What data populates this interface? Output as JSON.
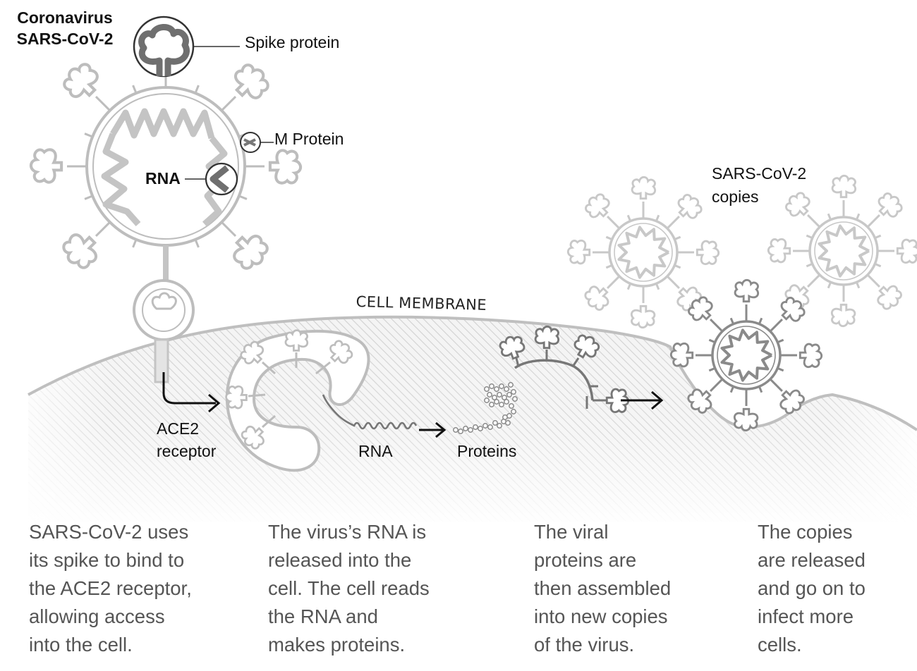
{
  "title": {
    "line1": "Coronavirus",
    "line2": "SARS-CoV-2"
  },
  "labels": {
    "spike_protein": "Spike protein",
    "m_protein": "M Protein",
    "rna_virus": "RNA",
    "ace2_line1": "ACE2",
    "ace2_line2": "receptor",
    "cell_membrane": "CELL MEMBRANE",
    "rna_strand": "RNA",
    "proteins": "Proteins",
    "copies_line1": "SARS-CoV-2",
    "copies_line2": "copies"
  },
  "steps": [
    {
      "lines": [
        "SARS-CoV-2 uses",
        "its spike to bind to",
        "the ACE2 receptor,",
        "allowing access",
        "into the cell."
      ]
    },
    {
      "lines": [
        "The virus’s RNA is",
        "released into the",
        "cell. The cell reads",
        "the RNA and",
        "makes proteins."
      ]
    },
    {
      "lines": [
        "The viral",
        "proteins are",
        "then assembled",
        "into new copies",
        "of the virus."
      ]
    },
    {
      "lines": [
        "The copies",
        "are released",
        "and go on to",
        "infect more",
        "cells."
      ]
    }
  ],
  "colors": {
    "virus_outline": "#bdbdbd",
    "virus_fill": "#ffffff",
    "rna": "#c8c8c8",
    "dark_detail": "#6a6a6a",
    "hatch": "#d4d4d4",
    "text": "#111111",
    "caption": "#555555"
  }
}
